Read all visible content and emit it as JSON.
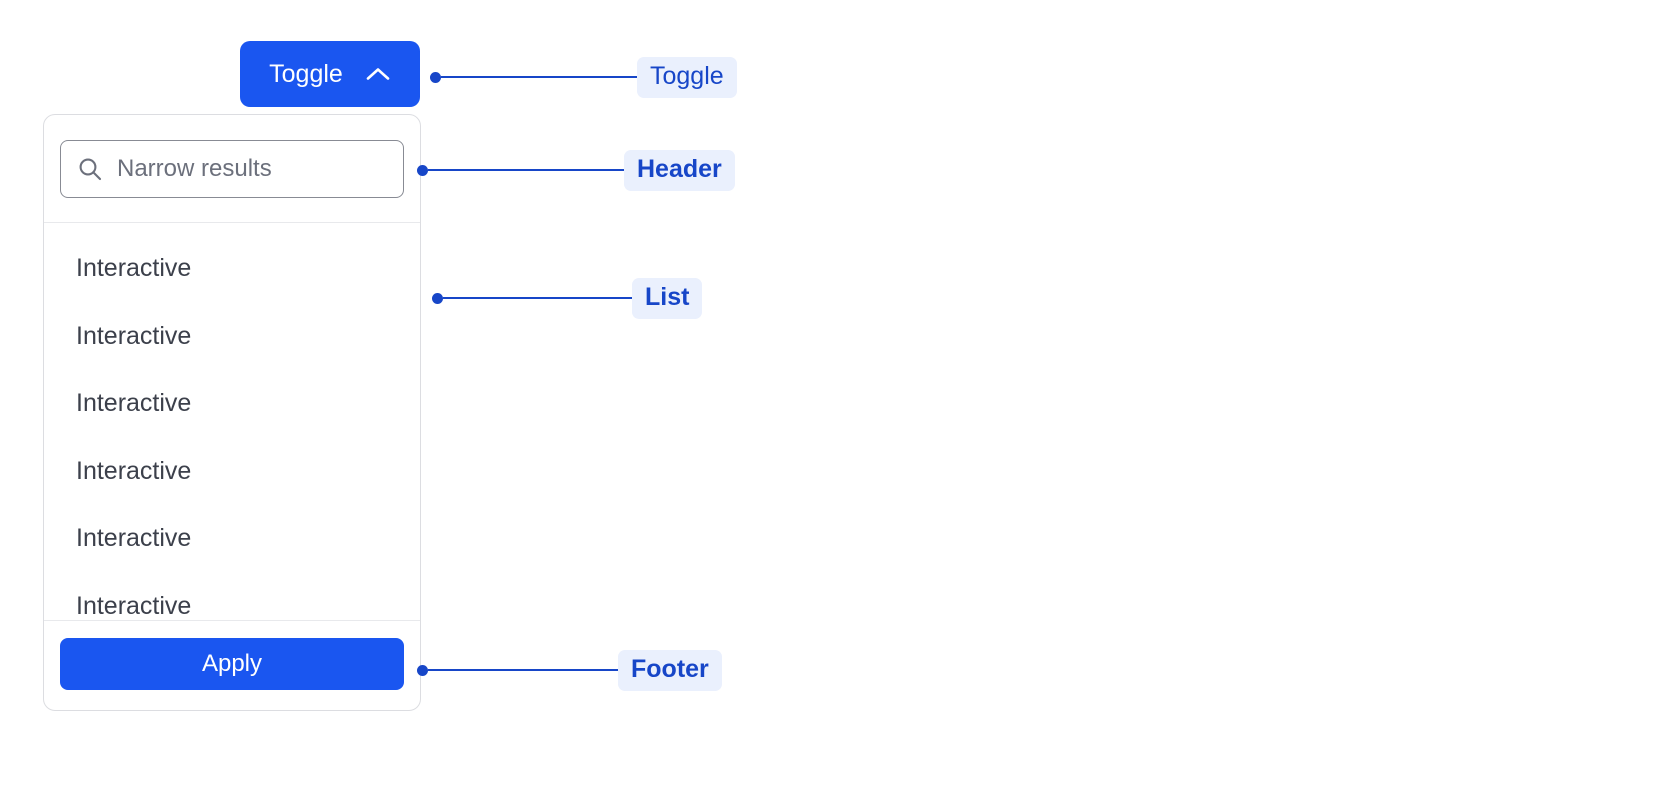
{
  "toggle": {
    "label": "Toggle",
    "icon": "chevron-up-icon"
  },
  "dropdown": {
    "header": {
      "search": {
        "icon": "search-icon",
        "placeholder": "Narrow results",
        "value": ""
      }
    },
    "list": {
      "items": [
        {
          "label": "Interactive"
        },
        {
          "label": "Interactive"
        },
        {
          "label": "Interactive"
        },
        {
          "label": "Interactive"
        },
        {
          "label": "Interactive"
        },
        {
          "label": "Interactive"
        }
      ]
    },
    "footer": {
      "apply_label": "Apply"
    }
  },
  "annotations": [
    {
      "label": "Toggle",
      "bold": false
    },
    {
      "label": "Header",
      "bold": true
    },
    {
      "label": "List",
      "bold": true
    },
    {
      "label": "Footer",
      "bold": true
    }
  ],
  "colors": {
    "accent": "#1a56f0",
    "annotation": "#1746c8",
    "annotation_badge_bg": "#eaf0fd",
    "panel_border": "#dcdde1",
    "text": "#3c404b",
    "placeholder": "#6c707c"
  }
}
